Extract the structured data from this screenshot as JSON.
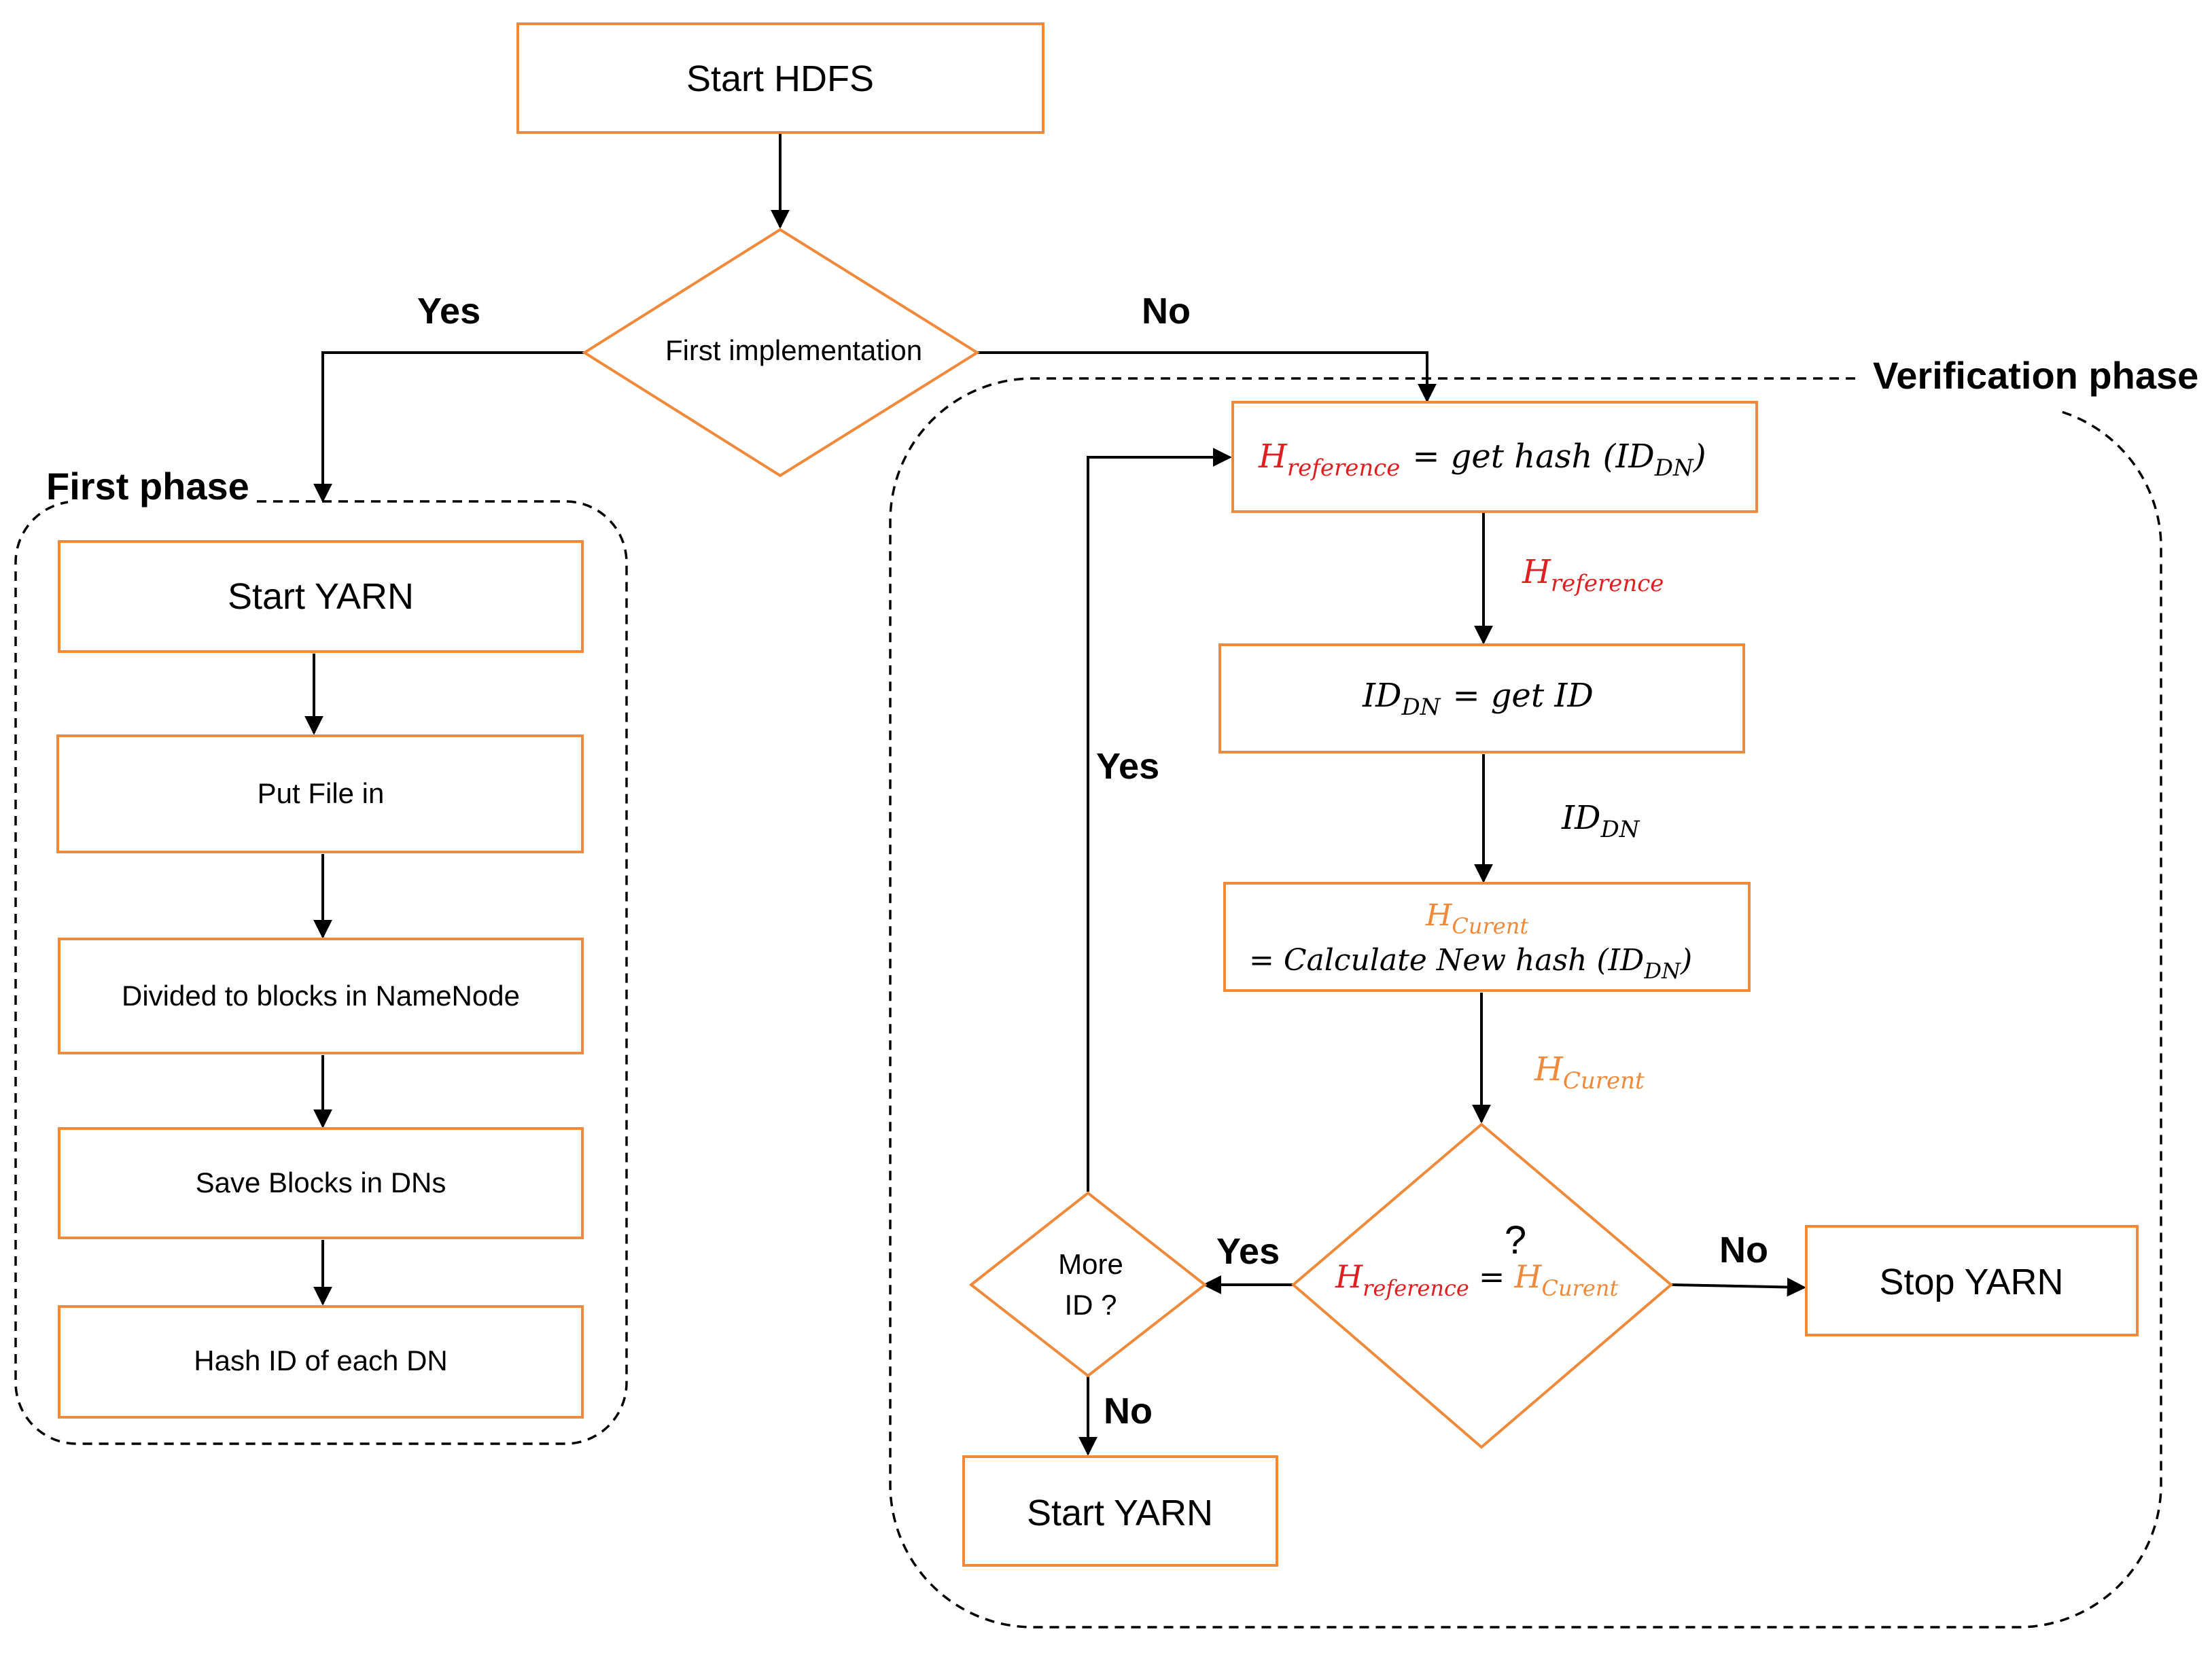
{
  "colors": {
    "node_border": "#F0893A",
    "h_reference": "#E02020",
    "h_current": "#F0893A",
    "lines": "#000000"
  },
  "nodes": {
    "start_hdfs": "Start HDFS",
    "first_implementation": "First implementation",
    "start_yarn_first": "Start YARN",
    "put_file": "Put File in",
    "divided_blocks": "Divided to blocks in NameNode",
    "save_blocks": "Save Blocks in DNs",
    "hash_id": "Hash ID of each DN",
    "more_id_line1": "More",
    "more_id_line2": "ID ?",
    "start_yarn_final": "Start YARN",
    "stop_yarn": "Stop YARN"
  },
  "regions": {
    "first_phase": "First phase",
    "verification_phase": "Verification phase"
  },
  "edge_labels": {
    "yes": "Yes",
    "no": "No",
    "question_mark": "?"
  },
  "math": {
    "H": "H",
    "reference_sub": "reference",
    "curent_sub": "Curent",
    "ID": "ID",
    "DN_sub": "DN",
    "equals": "=",
    "get_hash": "get hash (",
    "close_paren": ")",
    "get_id": "get ID",
    "calc_new_hash": "= Calculate New hash ("
  }
}
